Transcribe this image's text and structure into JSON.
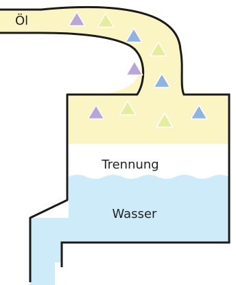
{
  "labels": {
    "oil": "Öl",
    "separation": "Trennung",
    "water": "Wasser"
  },
  "colors": {
    "oil_fill": "#fbf5c4",
    "water_fill": "#cdebf8",
    "outline": "#1a1a1a",
    "particle_purple": "#b9a6d8",
    "particle_yellow": "#e6ec9a",
    "particle_blue": "#8fb3e2",
    "particle_outline": "#ffffff"
  },
  "particles": [
    {
      "color": "purple"
    },
    {
      "color": "yellow"
    },
    {
      "color": "blue"
    },
    {
      "color": "yellow"
    },
    {
      "color": "purple"
    },
    {
      "color": "blue"
    },
    {
      "color": "purple"
    },
    {
      "color": "yellow"
    },
    {
      "color": "yellow"
    },
    {
      "color": "blue"
    }
  ]
}
